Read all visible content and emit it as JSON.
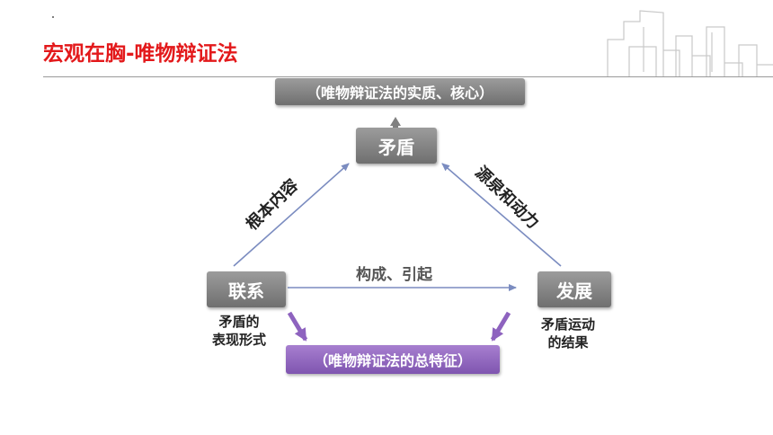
{
  "title": "宏观在胸-唯物辩证法",
  "top_box": "（唯物辩证法的实质、核心）",
  "nodes": {
    "maodun": "矛盾",
    "lianxi": "联系",
    "fazhan": "发展"
  },
  "edges": {
    "left": "根本内容",
    "right": "源泉和动力",
    "bottom": "构成、引起"
  },
  "captions": {
    "lianxi_line1": "矛盾的",
    "lianxi_line2": "表现形式",
    "fazhan_line1": "矛盾运动",
    "fazhan_line2": "的结果"
  },
  "bottom_box": "（唯物辩证法的总特征）",
  "colors": {
    "title": "#e3191b",
    "node_gray": "#808080",
    "purple": "#8e63bf",
    "arrow_blue": "#8090c0"
  }
}
